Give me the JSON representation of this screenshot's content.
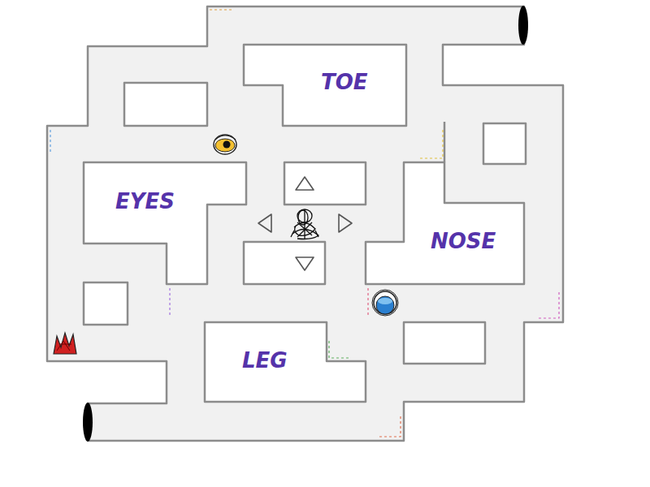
{
  "diagram": {
    "nodes": [
      {
        "text": [
          "TOE"
        ]
      },
      {
        "text": [
          "EYES"
        ]
      },
      {
        "text": [
          "NOSE"
        ]
      },
      {
        "text": [
          "LEG"
        ]
      }
    ]
  }
}
